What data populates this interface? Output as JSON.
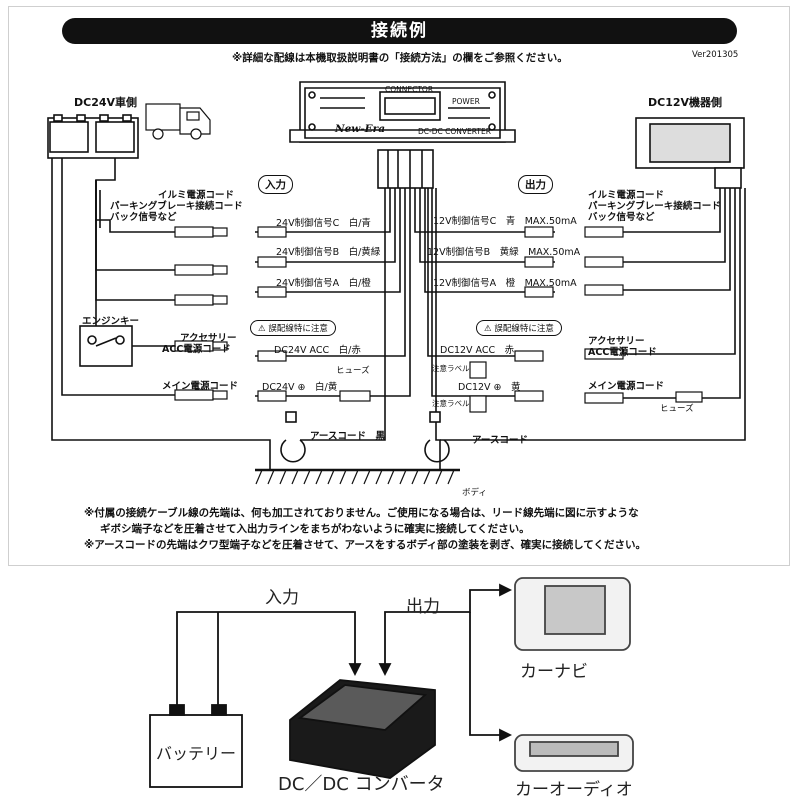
{
  "wiring": {
    "title": "接続例",
    "note": "※詳細な配線は本機取扱説明書の「接続方法」の欄をご参照ください。",
    "version": "Ver201305",
    "source_label": "DC24V車側",
    "dest_label": "DC12V機器側",
    "converter": {
      "connector": "CONNECTOR",
      "power": "POWER",
      "brand": "New-Era",
      "model": "DC-DC CONVERTER"
    },
    "input_label": "入力",
    "output_label": "出力",
    "left_device_desc": [
      "イルミ電源コード",
      "パーキングブレーキ接続コード",
      "バック信号など"
    ],
    "right_device_desc": [
      "イルミ電源コード",
      "パーキングブレーキ接続コード",
      "バック信号など"
    ],
    "in_c": "24V制御信号C　白/青",
    "in_b": "24V制御信号B　白/黄緑",
    "in_a": "24V制御信号A　白/橙",
    "out_c": "12V制御信号C　青　MAX.50mA",
    "out_b": "12V制御信号B　黄緑　MAX.50mA",
    "out_a": "12V制御信号A　橙　MAX.50mA",
    "warning": "誤配線特に注意",
    "engine_key": "エンジンキー",
    "acc_label_left": [
      "アクセサリー",
      "ACC電源コード"
    ],
    "acc_label_right": [
      "アクセサリー",
      "ACC電源コード"
    ],
    "in_acc": "DC24V ACC　白/赤",
    "out_acc": "DC12V ACC　赤",
    "main_label_left": "メイン電源コード",
    "main_label_right": "メイン電源コード",
    "in_main": "DC24V ⊕　白/黄",
    "out_main": "DC12V ⊕　黄",
    "fuse_left": "ヒューズ",
    "fuse_right": "ヒューズ",
    "caution_label_1": "注意ラベル",
    "caution_label_2": "注意ラベル",
    "ground_left": "アースコード　黒",
    "ground_right": "アースコード",
    "body": "ボディ",
    "footnotes": [
      "※付属の接続ケーブル線の先端は、何も加工されておりません。ご使用になる場合は、リード線先端に図に示すような",
      "ギボシ端子などを圧着させて入出力ラインをまちがわないように確実に接続してください。",
      "※アースコードの先端はクワ型端子などを圧着させて、アースをするボディ部の塗装を剥ぎ、確実に接続してください。"
    ]
  },
  "simple": {
    "input": "入力",
    "output": "出力",
    "battery": "バッテリー",
    "converter": "DC／DC コンバータ",
    "navi": "カーナビ",
    "audio": "カーオーディオ"
  }
}
